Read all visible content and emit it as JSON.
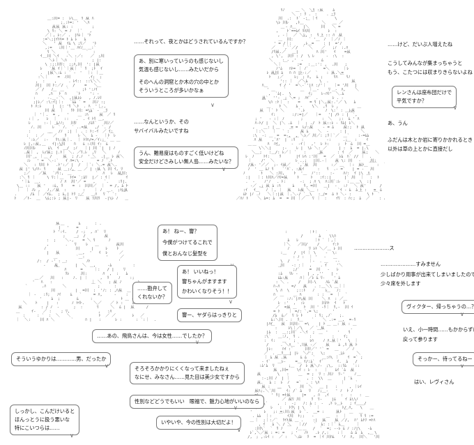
{
  "panels": [
    {
      "plain": [
        {
          "t": "……それって、夜とかはどうされているんですか？"
        },
        {
          "t": "……なんというか、その"
        },
        {
          "t": "サバイバルみたいですね"
        }
      ],
      "bubbles": [
        {
          "lines": [
            "あ、別に寒いっていうのも感じないし",
            "気温も感じないし……みたいだから",
            "そのへんの洞窟とか木の穴の中とか",
            "そういうところが多いかなぁ"
          ]
        },
        {
          "lines": [
            "うん、難易度はものすごく低いけどね",
            "安全だけどさみしい無人島……みたいな？"
          ]
        }
      ]
    },
    {
      "plain": [
        {
          "t": "……けど、だいぶ人増えたね"
        },
        {
          "t": "こうしてみんなが集まっちゃうと"
        },
        {
          "t": "もう、こたつには収まりきらないよね"
        },
        {
          "t": "あ、うん"
        },
        {
          "t": "ふだんは木とか岩に寄りかかれるとき"
        },
        {
          "t": "以外は草の上とかに直接だし"
        }
      ],
      "bubbles": [
        {
          "lines": [
            "レンさんは座布団だけで",
            "平気ですか？"
          ]
        }
      ]
    },
    {
      "bubbles": [
        {
          "lines": [
            "あ！ ねー、響？",
            "今僕がつけてるこれで",
            "僕とおんなじ髪型を"
          ]
        },
        {
          "lines": [
            "あ！ いいねっ！",
            "響ちゃんがますます",
            "かわいくなりそう！！"
          ]
        },
        {
          "lines": [
            "……勘弁して",
            "くれないか？"
          ]
        },
        {
          "lines": [
            "響ー、ヤダらはっきりと"
          ]
        },
        {
          "lines": [
            "……あの、飛鳥さんは、今は女性……でしたか？"
          ]
        },
        {
          "lines": [
            "そういうゆかりは…………男、だったか"
          ]
        },
        {
          "lines": [
            "そろそろかかりにくくなって来ましたねぇ",
            "なにせ、みなさん……見た目は美少女ですから"
          ]
        },
        {
          "lines": [
            "性別などどうでもいい　眼福で、魅力心地がいいのなら"
          ]
        },
        {
          "lines": [
            "しっかし、こんだけいると",
            "ほんっとうに扱う悪いな",
            "特にこいつらは……"
          ]
        },
        {
          "lines": [
            "いやいや、今の性別は大切だよ！"
          ]
        }
      ]
    },
    {
      "plain": [
        {
          "t": "…………………ス"
        },
        {
          "t": "…………………すみません"
        },
        {
          "t": "少しばかり用事が出来てしまいましたので"
        },
        {
          "t": "少々席を外します"
        },
        {
          "t": "いえ、小一時間……もかからずに"
        },
        {
          "t": "戻って参ります"
        },
        {
          "t": "はい、レヴィさん"
        }
      ],
      "bubbles": [
        {
          "lines": [
            "ヴィクター、帰っちゃうの…？"
          ]
        },
        {
          "lines": [
            "そっかー、待ってるねー"
          ]
        }
      ]
    }
  ],
  "icons": {
    "bubble_tail": "tail-icon"
  }
}
